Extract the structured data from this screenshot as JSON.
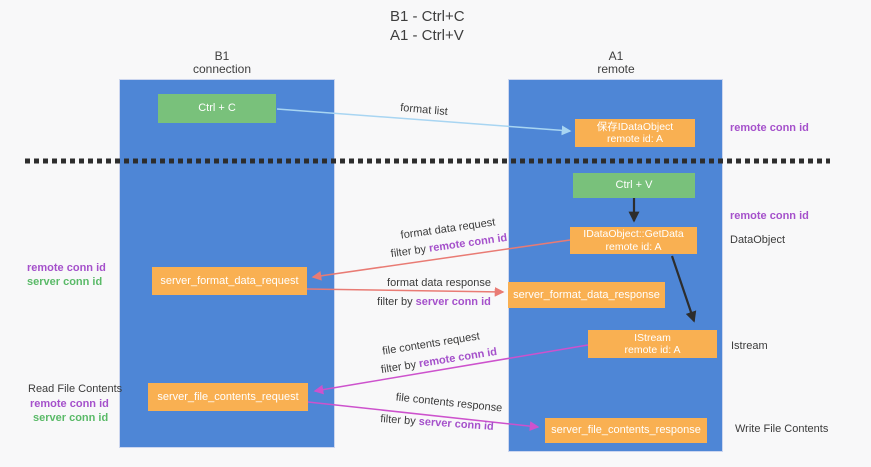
{
  "title": {
    "line1": "B1 - Ctrl+C",
    "line2": "A1 - Ctrl+V"
  },
  "lanes": {
    "left": {
      "name": "B1",
      "role": "connection"
    },
    "right": {
      "name": "A1",
      "role": "remote"
    }
  },
  "boxes": {
    "ctrl_c": {
      "label": "Ctrl + C"
    },
    "save_dataobject": {
      "line1": "保存IDataObject",
      "line2": "remote id: A"
    },
    "ctrl_v": {
      "label": "Ctrl + V"
    },
    "getdata": {
      "line1": "IDataObject::GetData",
      "line2": "remote id: A"
    },
    "format_request": {
      "label": "server_format_data_request"
    },
    "format_response": {
      "label": "server_format_data_response"
    },
    "istream": {
      "line1": "IStream",
      "line2": "remote id: A"
    },
    "file_request": {
      "label": "server_file_contents_request"
    },
    "file_response": {
      "label": "server_file_contents_response"
    }
  },
  "flow_labels": {
    "format_list": "format list",
    "format_data_request": "format data request",
    "format_data_response": "format data response",
    "file_contents_request": "file contents request",
    "file_contents_response": "file contents response",
    "filter_by": "filter by ",
    "remote_conn_id": "remote conn id",
    "server_conn_id": "server conn id"
  },
  "side_labels": {
    "remote_conn_id": "remote conn id",
    "server_conn_id": "server conn id",
    "dataobject": "DataObject",
    "istream": "Istream",
    "read_file_contents": "Read File Contents",
    "write_file_contents": "Write File Contents"
  },
  "colors": {
    "lane_blue": "#4e86d6",
    "box_green": "#79c17b",
    "box_orange": "#f9b052",
    "arrow_light_blue": "#a8d5f2",
    "arrow_red": "#e97b74",
    "arrow_magenta": "#cd52cd",
    "arrow_black": "#2d2d2d",
    "text_purple": "#a551cb",
    "text_green": "#5aba68",
    "background": "#f8f8f9"
  }
}
